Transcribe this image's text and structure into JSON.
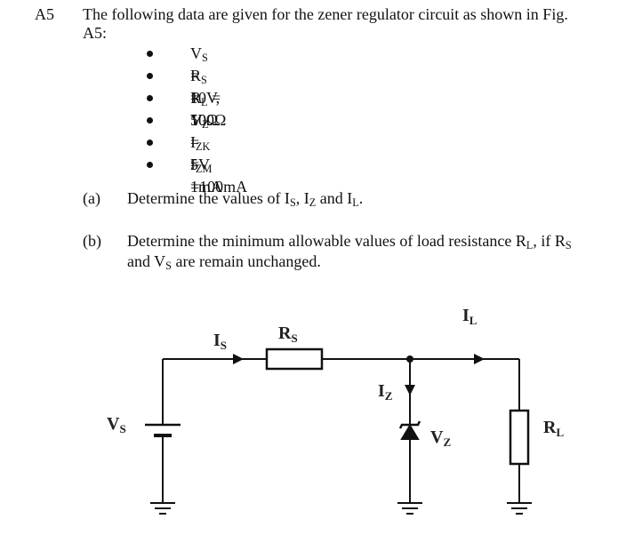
{
  "question": {
    "number": "A5",
    "intro_line1": "The following data are given for the zener regulator circuit as shown in Fig.",
    "intro_line2": "A5:"
  },
  "givens": [
    {
      "main": "V",
      "sub": "S",
      "rest": " = 10V,"
    },
    {
      "main": "R",
      "sub": "S",
      "rest": " = 50Ω"
    },
    {
      "main": "R",
      "sub": "L",
      "rest": " = 100Ω"
    },
    {
      "main": "V",
      "sub": "Z",
      "rest": " = 5V"
    },
    {
      "main": "I",
      "sub": "ZK",
      "rest": " = 1mA"
    },
    {
      "main": "I",
      "sub": "ZM",
      "rest": " =100mA"
    }
  ],
  "parts": {
    "a_label": "(a)",
    "a_pre": "Determine the values of I",
    "a_s1": "S",
    "a_mid1": ", I",
    "a_s2": "Z",
    "a_mid2": " and I",
    "a_s3": "L",
    "a_end": ".",
    "b_label": "(b)",
    "b_line1_pre": "Determine the minimum allowable values of load resistance R",
    "b_line1_s1": "L",
    "b_line1_mid": ", if R",
    "b_line1_s2": "S",
    "b_line2_pre": "and V",
    "b_line2_s": "S",
    "b_line2_end": " are remain unchanged."
  },
  "circuit": {
    "label_is_main": "I",
    "label_is_sub": "S",
    "label_rs_main": "R",
    "label_rs_sub": "S",
    "label_il_main": "I",
    "label_il_sub": "L",
    "label_iz_main": "I",
    "label_iz_sub": "Z",
    "label_vs_main": "V",
    "label_vs_sub": "S",
    "label_vz_main": "V",
    "label_vz_sub": "Z",
    "label_rl_main": "R",
    "label_rl_sub": "L"
  }
}
